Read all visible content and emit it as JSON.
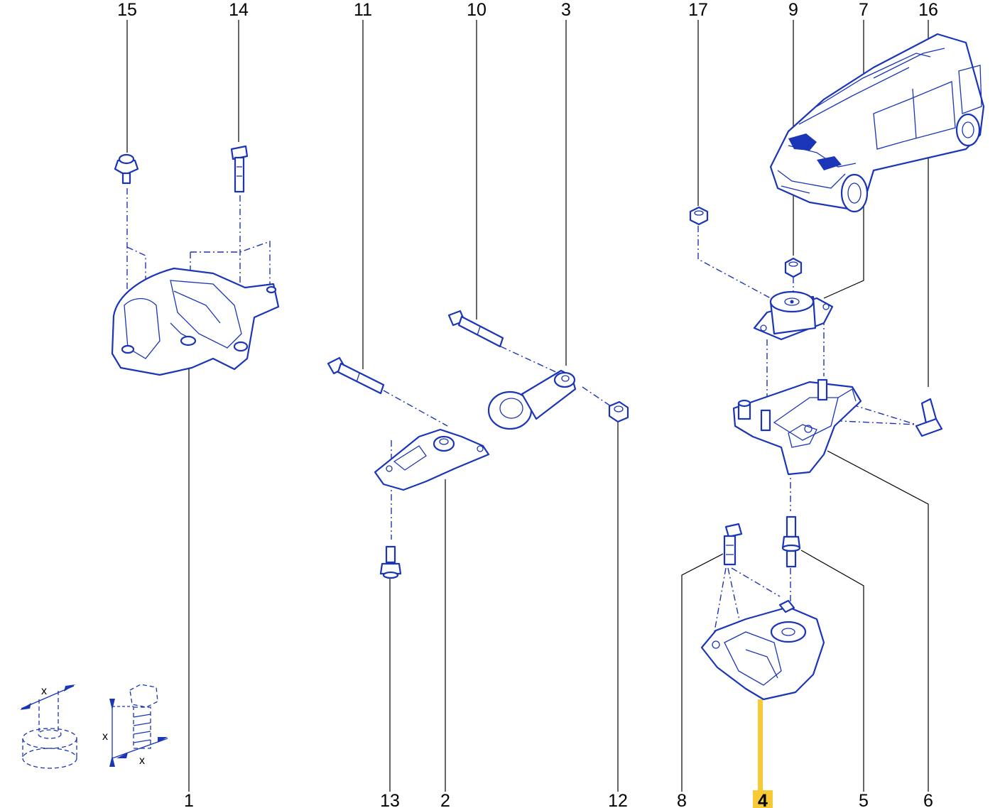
{
  "diagram": {
    "highlight_color": "#f7c935",
    "line_color": "#1a35b8",
    "callouts": {
      "c1": "1",
      "c2": "2",
      "c3": "3",
      "c4": "4",
      "c5": "5",
      "c6": "6",
      "c7": "7",
      "c8": "8",
      "c9": "9",
      "c10": "10",
      "c11": "11",
      "c12": "12",
      "c13": "13",
      "c14": "14",
      "c15": "15",
      "c16": "16",
      "c17": "17"
    },
    "highlighted_callout": "4",
    "dimension_symbol": "x"
  }
}
